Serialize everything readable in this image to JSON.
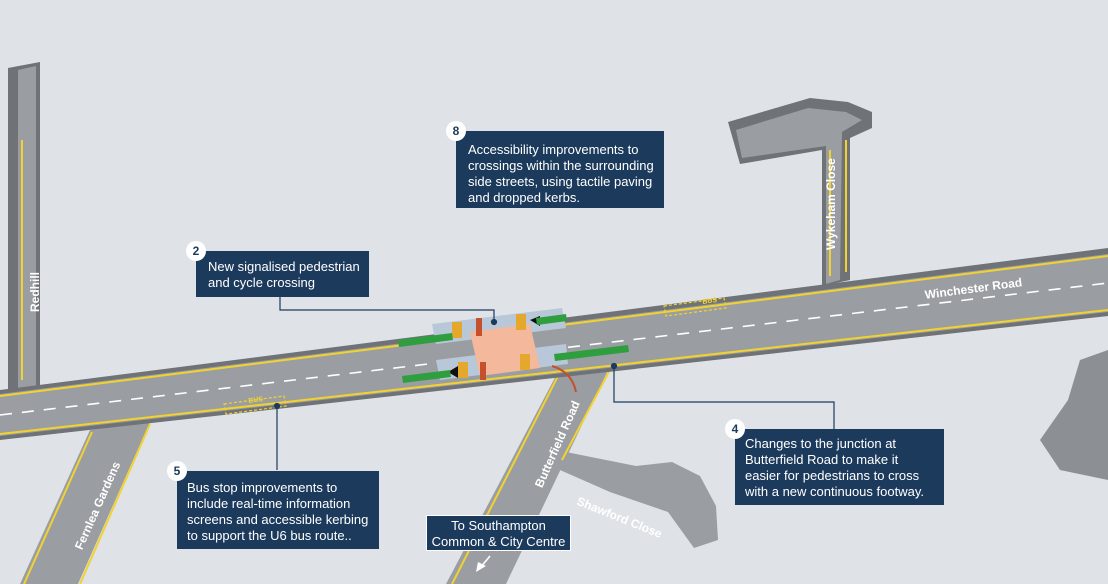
{
  "colors": {
    "background": "#dfe3e7",
    "road": "#9a9ea2",
    "road_edge": "#6f7276",
    "kerb_line": "#f2d22e",
    "callout_bg": "#1c3a5c",
    "cycle_lane": "#2e9e3e",
    "crossing": "#f4b89c",
    "tactile": "#e3a82c",
    "signal": "#c4502c"
  },
  "roads": {
    "main": "Winchester Road",
    "left_side": "Redhill",
    "lower_left": "Fernlea Gardens",
    "centre_south": "Butterfield Road",
    "southeast": "Shawford Close",
    "north": "Wykeham Close"
  },
  "road_markings": {
    "bus_stop_left": "BUS",
    "bus_stop_right": "BUS"
  },
  "callouts": [
    {
      "number": "8",
      "text": "Accessibility improvements to crossings within the surrounding side streets, using tactile paving and dropped kerbs."
    },
    {
      "number": "2",
      "text": "New signalised pedestrian and cycle crossing"
    },
    {
      "number": "5",
      "text": "Bus stop improvements to include real-time information screens and accessible kerbing to support the U6 bus route.."
    },
    {
      "number": "4",
      "text": "Changes to the junction at Butterfield Road to make it easier for pedestrians to cross with a new continuous footway."
    }
  ],
  "destination_sign": {
    "text": "To Southampton Common & City Centre",
    "arrow": "arrow-down-left-icon"
  }
}
